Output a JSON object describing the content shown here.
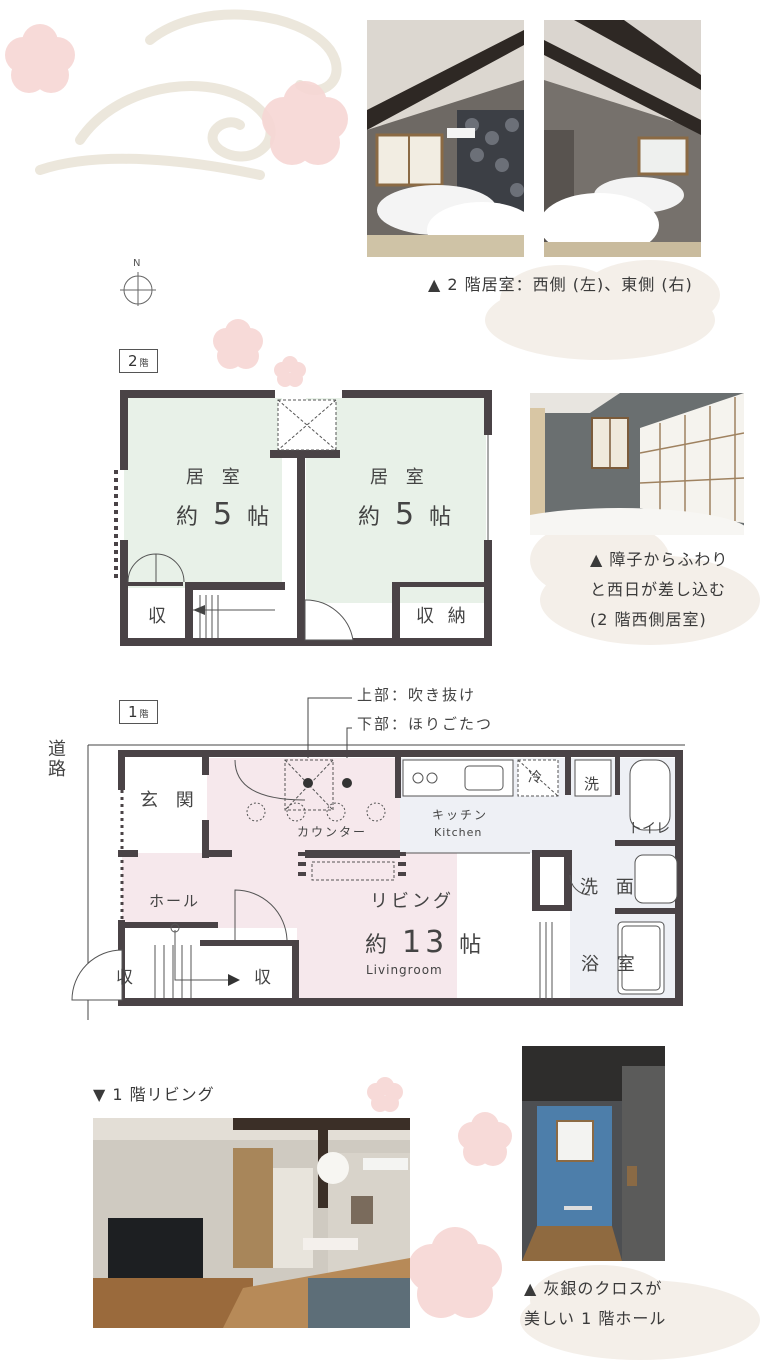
{
  "captions": {
    "bedroom_pair": "▲ 2 階居室：西側 (左)、東側 (右)",
    "shoji_line1": "▲ 障子からふわり",
    "shoji_line2": "と西日が差し込む",
    "shoji_line3": "(2 階西側居室)",
    "living": "▼ 1 階リビング",
    "hall_line1": "▲ 灰銀のクロスが",
    "hall_line2": "美しい 1 階ホール"
  },
  "compass": {
    "north_label": "N"
  },
  "floor2": {
    "tag": "2",
    "tag_suffix": "階",
    "room_left_title": "居 室",
    "room_left_size_prefix": "約",
    "room_left_size_num": "5",
    "room_left_size_unit": "帖",
    "room_right_title": "居 室",
    "room_right_size_prefix": "約",
    "room_right_size_num": "5",
    "room_right_size_unit": "帖",
    "storage_small": "収",
    "storage_large": "収 納"
  },
  "floor1": {
    "tag": "1",
    "tag_suffix": "階",
    "note_upper": "上部：吹き抜け",
    "note_lower": "下部：ほりごたつ",
    "road": "道路",
    "entrance": "玄 関",
    "counter": "カウンター",
    "kitchen_ja": "キッチン",
    "kitchen_en": "Kitchen",
    "fridge": "冷",
    "washer": "洗",
    "toilet": "トイレ",
    "washroom": "洗 面",
    "bath": "浴 室",
    "hall": "ホール",
    "living_title": "リビング",
    "living_size_prefix": "約",
    "living_size_num": "13",
    "living_size_unit": "帖",
    "living_en": "Livingroom",
    "storage_left": "収",
    "storage_mid": "収"
  },
  "colors": {
    "wall": "#4a4346",
    "floor2_room": "#e8f1e8",
    "floor1_living": "#f6e8ec",
    "floor1_kitchen": "#eef0f5",
    "blossom": "#f3c9c9",
    "cloud": "#f2ede6"
  }
}
